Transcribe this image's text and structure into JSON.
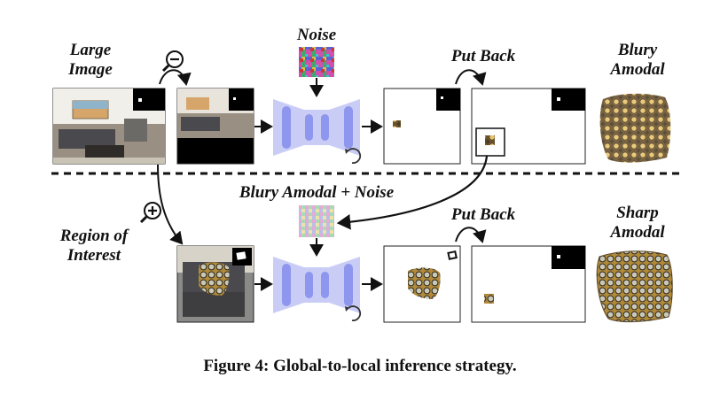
{
  "labels": {
    "large_image_line1": "Large",
    "large_image_line2": "Image",
    "noise": "Noise",
    "put_back_top": "Put Back",
    "blury_amodal_line1": "Blury",
    "blury_amodal_line2": "Amodal",
    "blury_amodal_noise": "Blury Amodal + Noise",
    "region_of_interest_line1": "Region of",
    "region_of_interest_line2": "Interest",
    "put_back_bottom": "Put Back",
    "sharp_amodal_line1": "Sharp",
    "sharp_amodal_line2": "Amodal"
  },
  "caption": "Figure 4: Global-to-local inference strategy.",
  "icons": {
    "zoom_out": "zoom-out-icon",
    "zoom_in": "zoom-in-icon",
    "refresh_top": "refresh-icon",
    "refresh_bottom": "refresh-icon"
  },
  "colors": {
    "unet_fill": "#c9cdf6",
    "unet_block": "#8e96ee",
    "ink": "#111111"
  }
}
